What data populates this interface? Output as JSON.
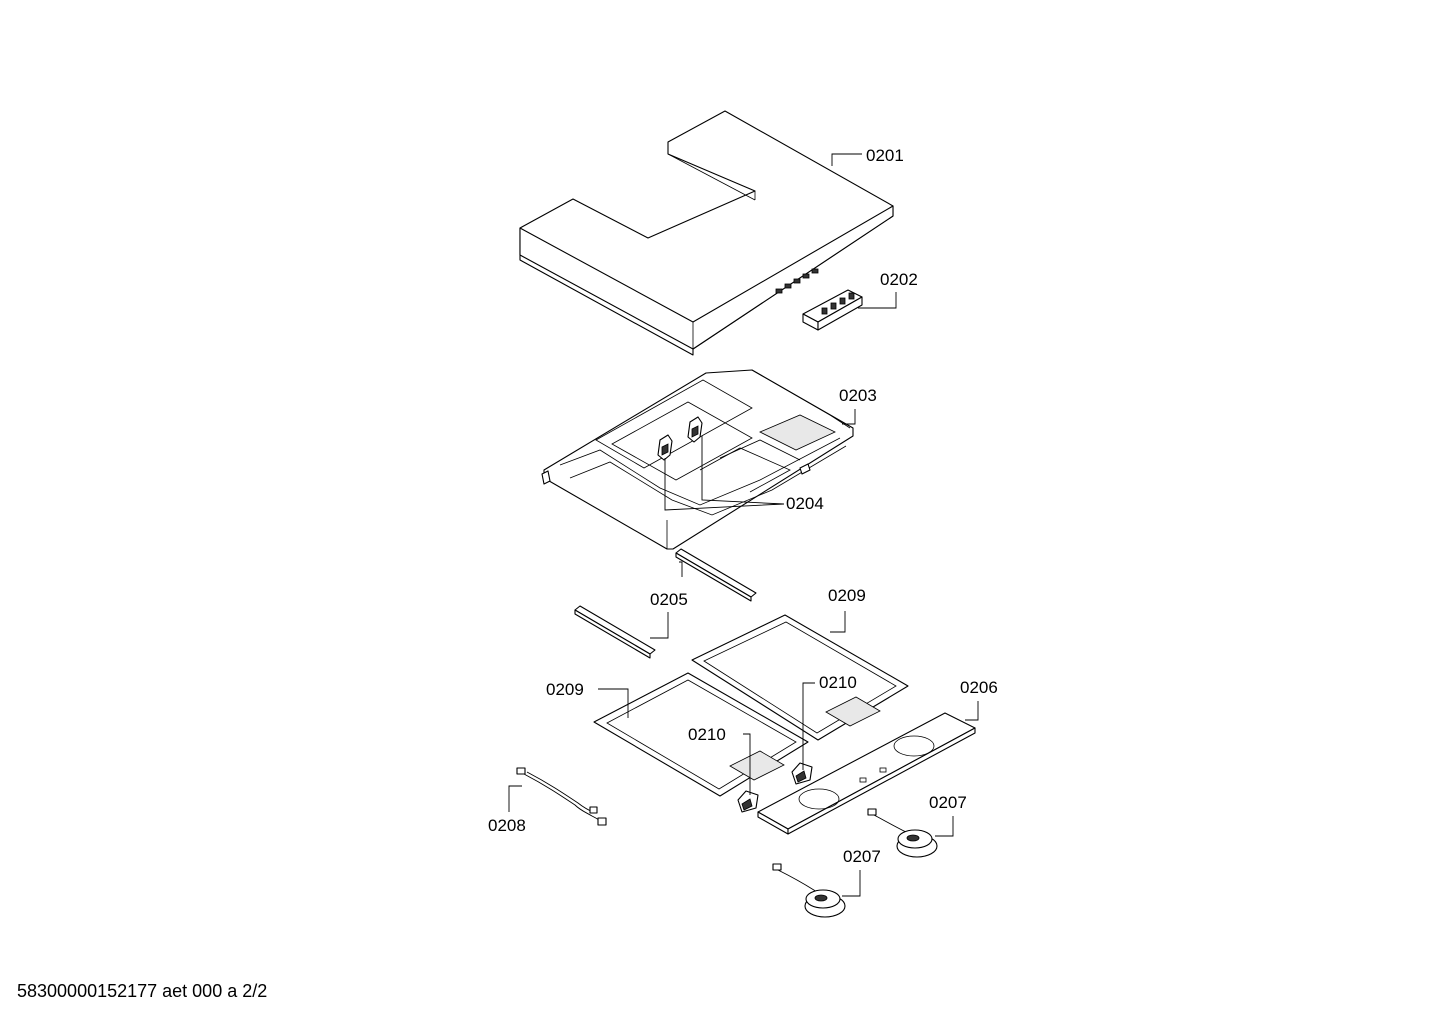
{
  "drawing_number": "58300000152177 aet 000 a 2/2",
  "callouts": {
    "c0201": "0201",
    "c0202": "0202",
    "c0203": "0203",
    "c0204": "0204",
    "c0205": "0205",
    "c0209a": "0209",
    "c0209b": "0209",
    "c0206": "0206",
    "c0210a": "0210",
    "c0210b": "0210",
    "c0208": "0208",
    "c0207a": "0207",
    "c0207b": "0207"
  }
}
